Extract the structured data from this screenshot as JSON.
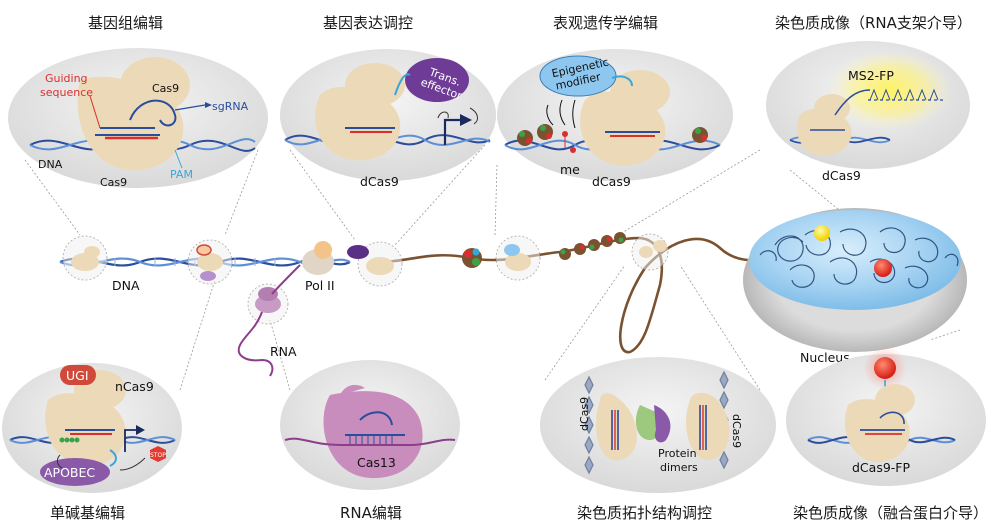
{
  "titles": {
    "genome": "基因组编辑",
    "regulation": "基因表达调控",
    "epigenetic": "表观遗传学编辑",
    "imaging_rna": "染色质成像（RNA支架介导）",
    "base_edit": "单碱基编辑",
    "rna_edit": "RNA编辑",
    "topology": "染色质拓扑结构调控",
    "imaging_fp": "染色质成像（融合蛋白介导）"
  },
  "labels": {
    "guiding_line1": "Guiding",
    "guiding_line2": "sequence",
    "cas9_top": "Cas9",
    "sgrna": "sgRNA",
    "dna_inset": "DNA",
    "cas9_bottom": "Cas9",
    "pam": "PAM",
    "trans_line1": "Trans.",
    "trans_line2": "effector",
    "dcas9_reg": "dCas9",
    "epi_line1": "Epigenetic",
    "epi_line2": "modifier",
    "me": "me",
    "dcas9_epi": "dCas9",
    "ms2fp": "MS2-FP",
    "dcas9_img": "dCas9",
    "dna_main": "DNA",
    "pol2": "Pol II",
    "rna_main": "RNA",
    "nucleus": "Nucleus",
    "ugi": "UGI",
    "ncas9": "nCas9",
    "apobec": "APOBEC",
    "stop": "STOP",
    "cas13": "Cas13",
    "dcas9_left": "dCas9",
    "dcas9_right": "dCas9",
    "protein_line1": "Protein",
    "protein_line2": "dimers",
    "dcas9fp": "dCas9-FP"
  },
  "colors": {
    "cas_body": "#ecd9b8",
    "dna_blue": "#2a4d9c",
    "guide_red": "#d9302f",
    "pam_cyan": "#3aa6d8",
    "effector_purple": "#6e3b96",
    "modifier_blue": "#8dc6ef",
    "apobec_purple": "#8a5aa8",
    "ugi_red": "#d04a3c",
    "chromatin_brown": "#7a5230",
    "rna_purple": "#8b3f8b"
  }
}
